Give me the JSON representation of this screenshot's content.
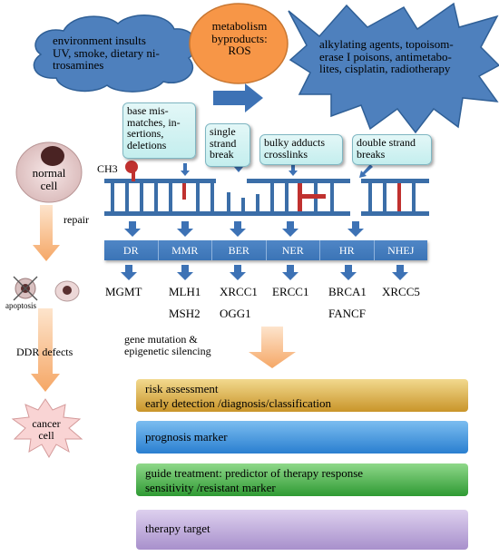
{
  "clouds": {
    "environment": "environment insults UV, smoke, dietary ni-trosamines",
    "environment_lines": [
      "environment insults",
      "UV, smoke, dietary ni-",
      "trosamines"
    ],
    "metabolism_lines": [
      "metabolism",
      "byproducts:",
      "ROS"
    ],
    "agents_lines": [
      "alkylating agents, topoisom-",
      "erase I poisons, antimetabo-",
      "lites, cisplatin, radiotherapy"
    ]
  },
  "callouts": {
    "mismatch_lines": [
      "base mis-",
      "matches, in-",
      "sertions,",
      "deletions"
    ],
    "single_strand_lines": [
      "single",
      "strand",
      "break"
    ],
    "bulky_lines": [
      "bulky adducts",
      "crosslinks"
    ],
    "double_strand_lines": [
      "double strand",
      "breaks"
    ]
  },
  "dna_label": "CH3",
  "cells": {
    "normal_lines": [
      "normal",
      "cell"
    ],
    "repair": "repair",
    "apoptosis": "apoptosis",
    "ddr_defects": "DDR defects",
    "cancer_lines": [
      "cancer",
      "cell"
    ]
  },
  "repair_pathways": [
    "DR",
    "MMR",
    "BER",
    "NER",
    "HR",
    "NHEJ"
  ],
  "genes_row1": [
    "MGMT",
    "MLH1",
    "XRCC1",
    "ERCC1",
    "BRCA1",
    "XRCC5"
  ],
  "genes_row2": [
    "MSH2",
    "OGG1",
    "FANCF"
  ],
  "mutation_lines": [
    "gene mutation &",
    "epigenetic silencing"
  ],
  "applications": [
    {
      "lines": [
        "risk assessment",
        "early detection /diagnosis/classification"
      ]
    },
    {
      "lines": [
        "prognosis marker"
      ]
    },
    {
      "lines": [
        "guide treatment: predictor of therapy response",
        "sensitivity /resistant marker"
      ]
    },
    {
      "lines": [
        "therapy target"
      ]
    }
  ],
  "colors": {
    "cloud_blue": "#4e80bd",
    "cloud_orange": "#f79647",
    "dna_blue": "#3b6ea8",
    "dna_red": "#c0312f",
    "pathway_bar": "#4a81c4",
    "arrow_blue": "#3d72b5",
    "arrow_orange": "#f9c79a",
    "risk_gold": "#d4a537",
    "prognosis_blue": "#3f8fd8",
    "treatment_green": "#4bb14b",
    "target_purple": "#b9a3d4"
  }
}
